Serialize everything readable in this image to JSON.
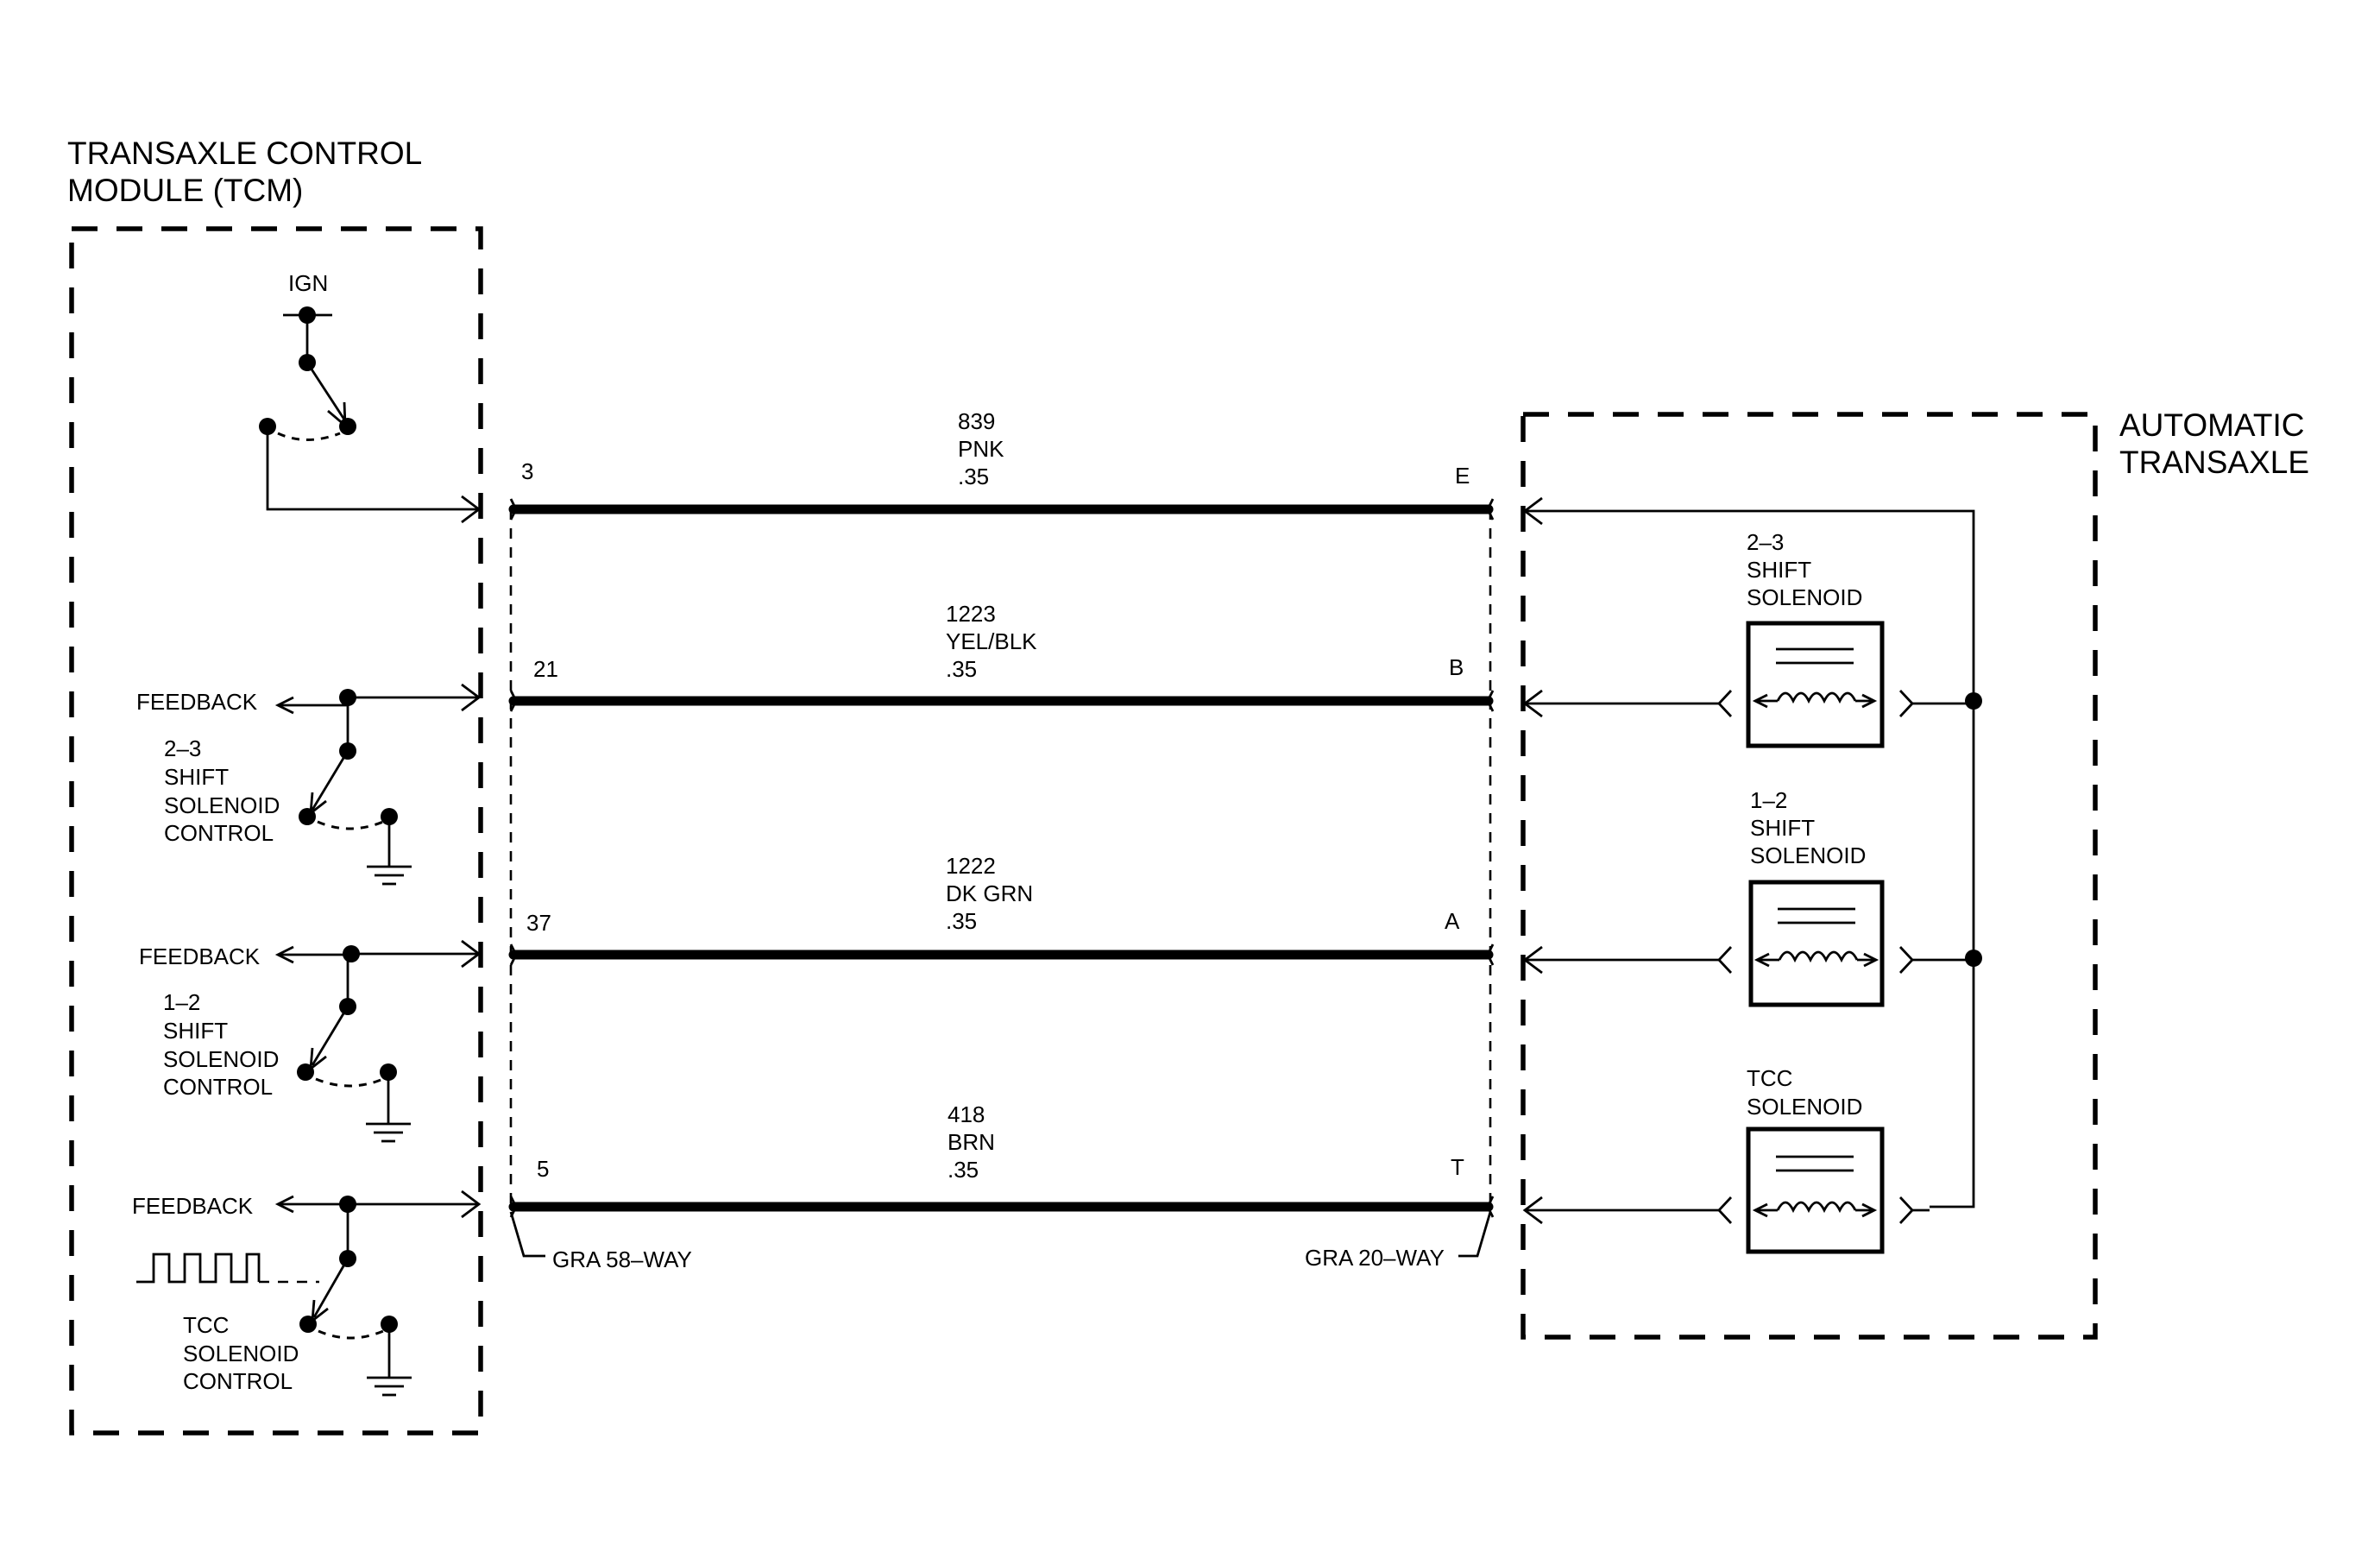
{
  "tcm": {
    "title_line1": "TRANSAXLE CONTROL",
    "title_line2": "MODULE (TCM)",
    "ign_label": "IGN",
    "feedback_label": "FEEDBACK",
    "controls": [
      {
        "lines": [
          "2–3",
          "SHIFT",
          "SOLENOID",
          "CONTROL"
        ]
      },
      {
        "lines": [
          "1–2",
          "SHIFT",
          "SOLENOID",
          "CONTROL"
        ]
      },
      {
        "lines": [
          "TCC",
          "SOLENOID",
          "CONTROL"
        ]
      }
    ],
    "connector_label": "GRA 58–WAY"
  },
  "transaxle": {
    "title_line1": "AUTOMATIC",
    "title_line2": "TRANSAXLE",
    "connector_label": "GRA 20–WAY",
    "solenoids": [
      {
        "lines": [
          "2–3",
          "SHIFT",
          "SOLENOID"
        ]
      },
      {
        "lines": [
          "1–2",
          "SHIFT",
          "SOLENOID"
        ]
      },
      {
        "lines": [
          "TCC",
          "SOLENOID"
        ]
      }
    ]
  },
  "wires": [
    {
      "circuit": "839",
      "color": "PNK",
      "gauge": ".35",
      "tcm_pin": "3",
      "transaxle_pin": "E"
    },
    {
      "circuit": "1223",
      "color": "YEL/BLK",
      "gauge": ".35",
      "tcm_pin": "21",
      "transaxle_pin": "B"
    },
    {
      "circuit": "1222",
      "color": "DK GRN",
      "gauge": ".35",
      "tcm_pin": "37",
      "transaxle_pin": "A"
    },
    {
      "circuit": "418",
      "color": "BRN",
      "gauge": ".35",
      "tcm_pin": "5",
      "transaxle_pin": "T"
    }
  ]
}
